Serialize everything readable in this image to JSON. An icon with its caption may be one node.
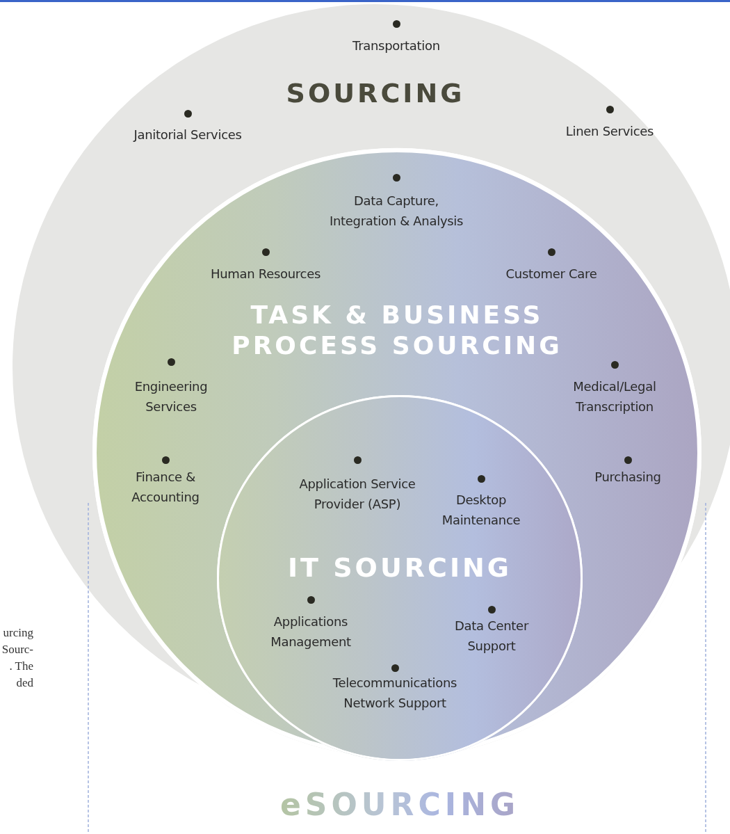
{
  "diagram": {
    "nodes": [
      {
        "text": [
          "SOURCING"
        ]
      },
      {
        "text": [
          "TASK & BUSINESS PROCESS SOURCING"
        ],
        "in": 0
      },
      {
        "text": [
          "IT SOURCING"
        ],
        "in": 1
      }
    ],
    "labels": [
      "Transportation",
      "Janitorial Services",
      "Linen Services",
      "Data Capture, Integration & Analysis",
      "Human Resources",
      "Customer Care",
      "Engineering Services",
      "Medical/Legal Transcription",
      "Finance & Accounting",
      "Purchasing",
      "Application Service Provider (ASP)",
      "Desktop Maintenance",
      "Applications Management",
      "Data Center Support",
      "Telecommunications Network Support",
      "eSOURCING",
      "urcing",
      "Sourc-",
      ". The",
      "ded"
    ]
  }
}
